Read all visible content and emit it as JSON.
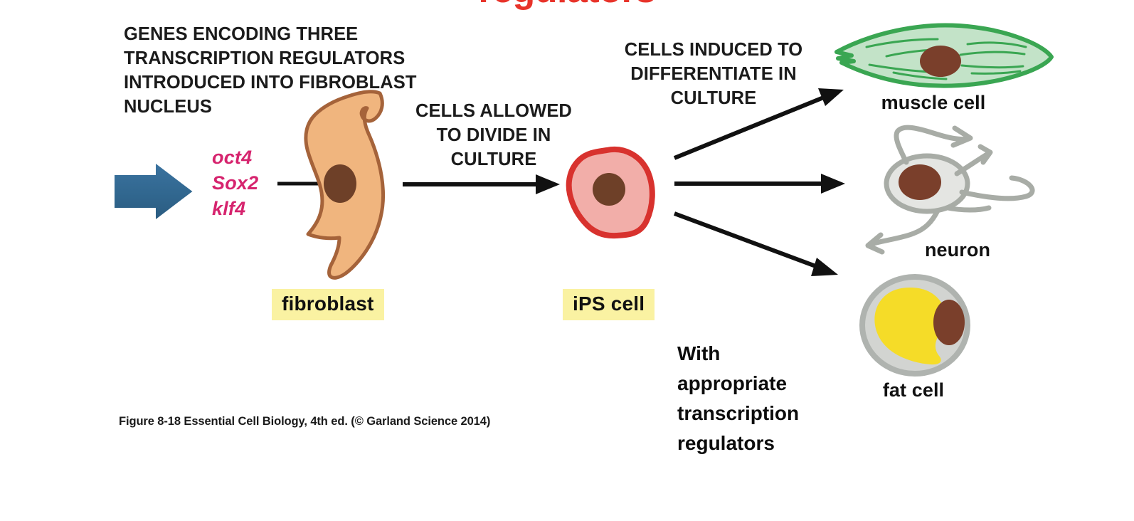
{
  "title": "regulators",
  "colors": {
    "title_red": "#E8332A",
    "gene_magenta": "#D6246E",
    "highlight_yellow": "#FAF2A2",
    "blue_arrow": "#31678F",
    "fibroblast_fill": "#F0B57E",
    "fibroblast_outline": "#A5633A",
    "nucleus_brown": "#6E4028",
    "ips_fill": "#F2AEA9",
    "ips_outline": "#D8322E",
    "muscle_fill": "#C3E3C8",
    "muscle_outline": "#3AA652",
    "neuron_fill": "#E4E5E2",
    "neuron_outline": "#A8ACA6",
    "fat_fill": "#D2D4D1",
    "fat_outline": "#AFB3AF",
    "lipid_yellow": "#F5DC28",
    "arrow_black": "#111111"
  },
  "steps": {
    "intro_text": "GENES ENCODING THREE TRANSCRIPTION REGULATORS INTRODUCED INTO FIBROBLAST NUCLEUS",
    "divide_text": "CELLS ALLOWED TO DIVIDE IN CULTURE",
    "differentiate_text": "CELLS INDUCED TO DIFFERENTIATE IN CULTURE"
  },
  "genes": [
    {
      "name": "oct4"
    },
    {
      "name": "Sox2"
    },
    {
      "name": "klf4"
    }
  ],
  "cells": {
    "fibroblast_label": "fibroblast",
    "ips_label": "iPS cell",
    "muscle_label": "muscle cell",
    "neuron_label": "neuron",
    "fat_label": "fat cell"
  },
  "regulators_note": [
    "With",
    "appropriate",
    "transcription",
    "regulators"
  ],
  "figure_caption": "Figure 8-18  Essential Cell Biology, 4th ed. (© Garland Science 2014)",
  "icons": {
    "input_arrow": "blue-block-arrow-icon",
    "injection_arrow": "arrow-right-icon",
    "divide_arrow": "arrow-right-icon",
    "muscle_arrow": "arrow-up-right-icon",
    "neuron_arrow": "arrow-right-icon",
    "fat_arrow": "arrow-down-right-icon"
  }
}
